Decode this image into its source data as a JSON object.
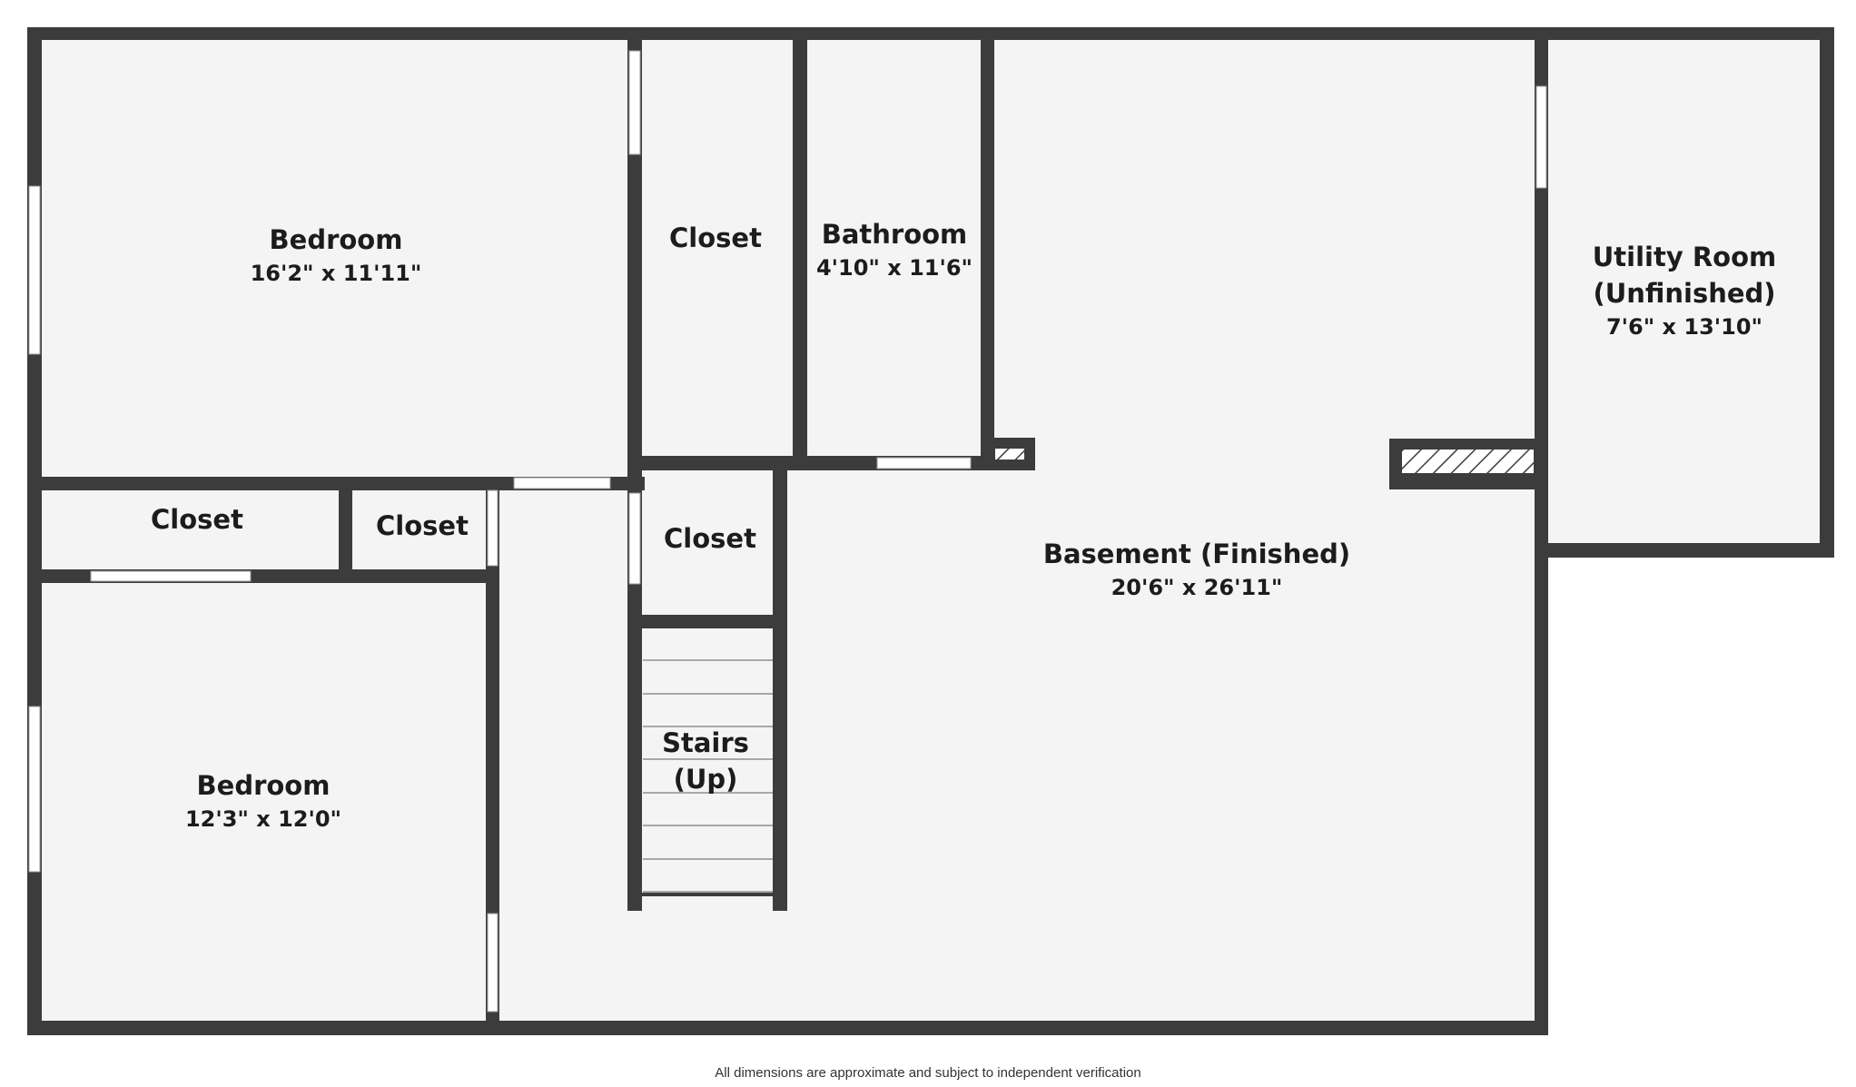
{
  "colors": {
    "wall": "#3c3c3c",
    "floor": "#f4f4f4",
    "background": "#ffffff",
    "opening": "#ffffff"
  },
  "rooms": {
    "bedroom_1": {
      "name": "Bedroom",
      "dimensions": "16'2\" x 11'11\""
    },
    "closet_1": {
      "name": "Closet"
    },
    "bathroom": {
      "name": "Bathroom",
      "dimensions": "4'10\" x 11'6\""
    },
    "utility": {
      "name_line1": "Utility Room",
      "name_line2": "(Unfinished)",
      "dimensions": "7'6\" x 13'10\""
    },
    "closet_2": {
      "name": "Closet"
    },
    "closet_3": {
      "name": "Closet"
    },
    "closet_4": {
      "name": "Closet"
    },
    "basement": {
      "name": "Basement (Finished)",
      "dimensions": "20'6\" x 26'11\""
    },
    "stairs": {
      "name_line1": "Stairs",
      "name_line2": "(Up)"
    },
    "bedroom_2": {
      "name": "Bedroom",
      "dimensions": "12'3\" x 12'0\""
    }
  },
  "disclaimer": "All dimensions are approximate and subject to independent verification"
}
